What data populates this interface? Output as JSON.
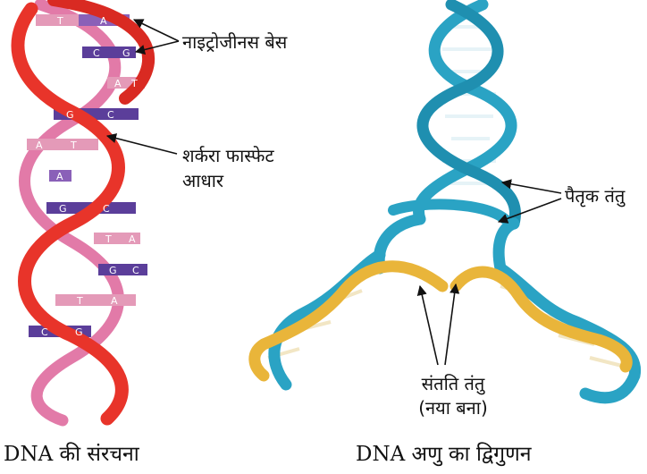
{
  "left_figure": {
    "caption_latin": "DNA",
    "caption_hindi": "की संरचना",
    "label_bases": "नाइट्रोजीनस बेस",
    "label_backbone_line1": "शर्करा फास्फेट",
    "label_backbone_line2": "आधार",
    "base_letters": [
      "T",
      "A",
      "C",
      "G",
      "A",
      "T",
      "G",
      "C",
      "A",
      "T",
      "A",
      "G",
      "C",
      "T",
      "A",
      "G",
      "C",
      "T",
      "A",
      "C",
      "G"
    ]
  },
  "right_figure": {
    "caption_latin": "DNA",
    "caption_hindi": "अणु का द्विगुणन",
    "label_parent": "पैतृक तंतु",
    "label_daughter_line1": "संतति तंतु",
    "label_daughter_line2": "(नया बना)"
  },
  "colors": {
    "backbone_red": "#e8342a",
    "backbone_pink": "#e27aa8",
    "base_purple": "#5b3e9a",
    "base_pink": "#e49ab8",
    "strand_teal": "#2aa3c4",
    "strand_gold": "#e9b53a"
  }
}
